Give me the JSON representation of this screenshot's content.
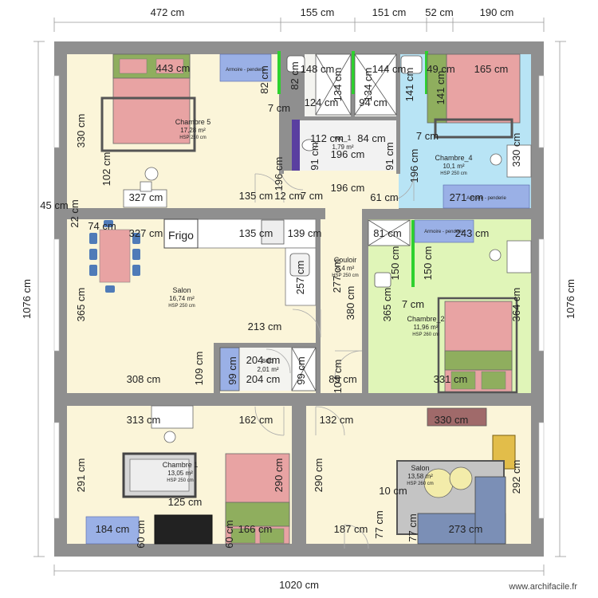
{
  "outer_dims": {
    "top": [
      "472 cm",
      "155 cm",
      "151 cm",
      "52 cm",
      "190 cm"
    ],
    "left": "1076 cm",
    "right": "1076 cm",
    "bottom": "1020 cm"
  },
  "rooms": {
    "chambre5": {
      "name": "Chambre 5",
      "area": "17,28 m²",
      "hsp": "HSP 250 cm"
    },
    "wc": {
      "name": "wc_1",
      "area": "1,79 m²"
    },
    "chambre4": {
      "name": "Chambre_4",
      "area": "10,1 m²",
      "hsp": "HSP 250 cm"
    },
    "salon_main": {
      "name": "Salon",
      "area": "16,74 m²",
      "hsp": "HSP 250 cm"
    },
    "couloir": {
      "name": "Couloir",
      "area": "6,4 m²",
      "hsp": "HSP 250 cm"
    },
    "chambre2": {
      "name": "Chambre_2",
      "area": "11,96 m²",
      "hsp": "HSP 260 cm"
    },
    "sdb": {
      "name": "sdb",
      "area": "2,01 m²"
    },
    "chambre1": {
      "name": "Chambre 1",
      "area": "13,05 m²",
      "hsp": "HSP 250 cm"
    },
    "salon2": {
      "name": "Salon",
      "area": "13,58 m²",
      "hsp": "HSP 260 cm"
    }
  },
  "furniture": {
    "armoire1": "Armoire - penderie",
    "armoire2": "Armoire - penderie",
    "armoire3": "Armoire - penderie",
    "fridge": "Frigo"
  },
  "interior_dims": [
    "443 cm",
    "82 cm",
    "148 cm",
    "144 cm",
    "49 cm",
    "165 cm",
    "82 cm",
    "7 cm",
    "124 cm",
    "134 cm",
    "94 cm",
    "134 cm",
    "141 cm",
    "141 cm",
    "7 cm",
    "330 cm",
    "102 cm",
    "112 cm",
    "84 cm",
    "196 cm",
    "91 cm",
    "91 cm",
    "196 cm",
    "196 cm",
    "330 cm",
    "327 cm",
    "135 cm",
    "12 cm",
    "7 cm",
    "196 cm",
    "61 cm",
    "271 cm",
    "45 cm",
    "22 cm",
    "74 cm",
    "327 cm",
    "135 cm",
    "139 cm",
    "81 cm",
    "243 cm",
    "150 cm",
    "150 cm",
    "257 cm",
    "277 cm",
    "7 cm",
    "365 cm",
    "365 cm",
    "380 cm",
    "364 cm",
    "213 cm",
    "109 cm",
    "204 cm",
    "204 cm",
    "99 cm",
    "99 cm",
    "308 cm",
    "104 cm",
    "85 cm",
    "331 cm",
    "313 cm",
    "162 cm",
    "132 cm",
    "330 cm",
    "291 cm",
    "290 cm",
    "290 cm",
    "292 cm",
    "10 cm",
    "125 cm",
    "184 cm",
    "60 cm",
    "60 cm",
    "166 cm",
    "187 cm",
    "77 cm",
    "273 cm",
    "77 cm"
  ],
  "watermark": "www.archifacile.fr"
}
